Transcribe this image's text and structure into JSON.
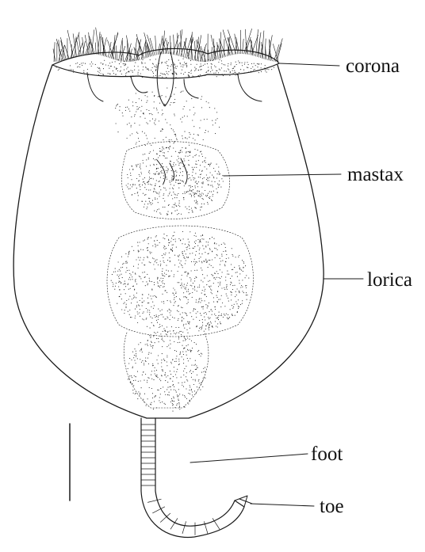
{
  "labels": {
    "corona": "corona",
    "mastax": "mastax",
    "lorica": "lorica",
    "foot": "foot",
    "toe": "toe"
  },
  "colors": {
    "ink": "#1a1a1a",
    "background": "#ffffff"
  }
}
